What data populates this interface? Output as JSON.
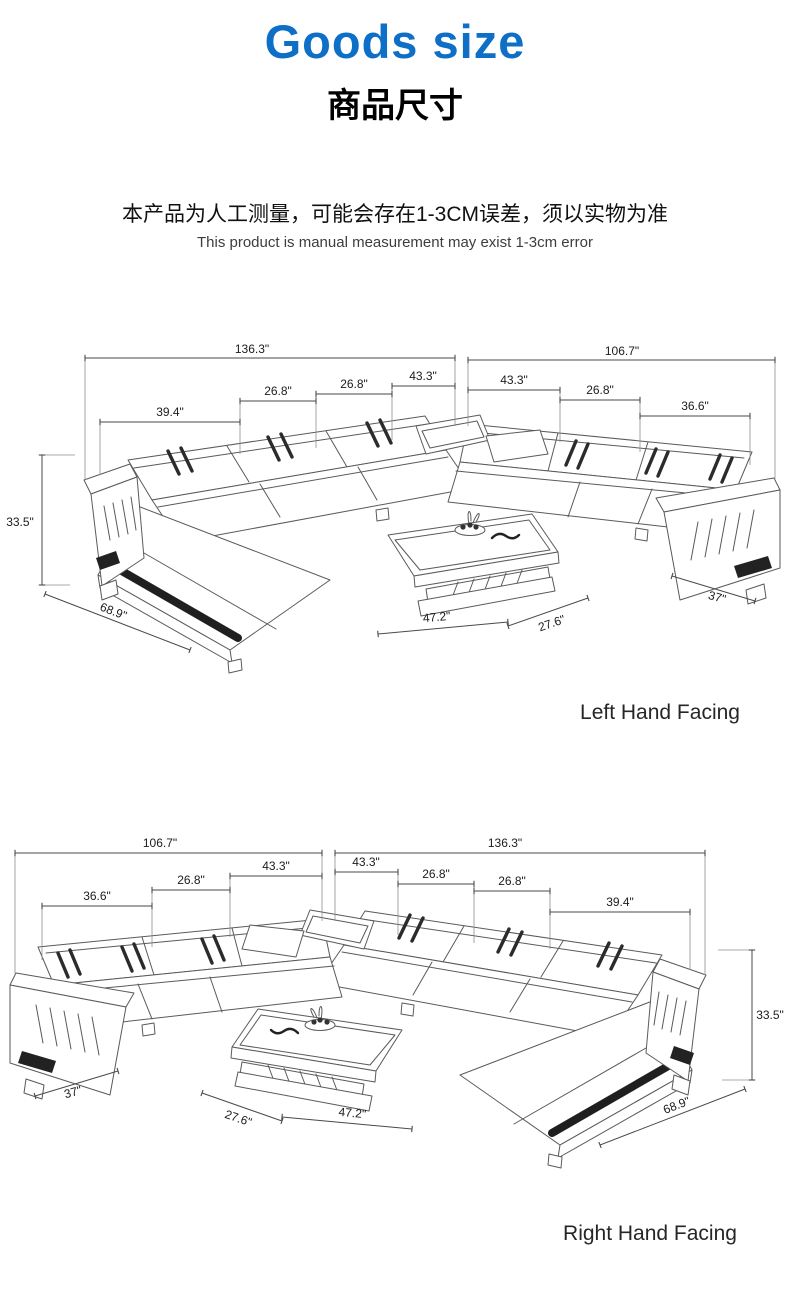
{
  "header": {
    "title": "Goods size",
    "title_cn": "商品尺寸",
    "note_cn": "本产品为人工测量，可能会存在1-3CM误差，须以实物为准",
    "note_en": "This product is manual measurement may exist 1-3cm error"
  },
  "colors": {
    "title_blue": "#0d6fc6",
    "dim_line": "#4a4a4a",
    "text_dark": "#1c1c1c",
    "accent_dark": "#222222"
  },
  "diagrams": [
    {
      "caption": "Left Hand Facing",
      "dims": {
        "total_long": "136.3\"",
        "total_short": "106.7\"",
        "corner_long": "43.3\"",
        "corner_short": "43.3\"",
        "seat_long_inner": "26.8\"",
        "seat_long_outer": "26.8\"",
        "seat_short": "26.8\"",
        "arm_section": "36.6\"",
        "chaise_width": "39.4\"",
        "back_height": "33.5\"",
        "chaise_length": "68.9\"",
        "table_length": "47.2\"",
        "table_depth": "27.6\"",
        "arm_depth": "37\""
      }
    },
    {
      "caption": "Right Hand Facing",
      "dims": {
        "total_long": "136.3\"",
        "total_short": "106.7\"",
        "corner_long": "43.3\"",
        "corner_short": "43.3\"",
        "seat_long_inner": "26.8\"",
        "seat_long_outer": "26.8\"",
        "seat_short": "26.8\"",
        "arm_section": "36.6\"",
        "chaise_width": "39.4\"",
        "back_height": "33.5\"",
        "chaise_length": "68.9\"",
        "table_length": "47.2\"",
        "table_depth": "27.6\"",
        "arm_depth": "37\""
      }
    }
  ]
}
